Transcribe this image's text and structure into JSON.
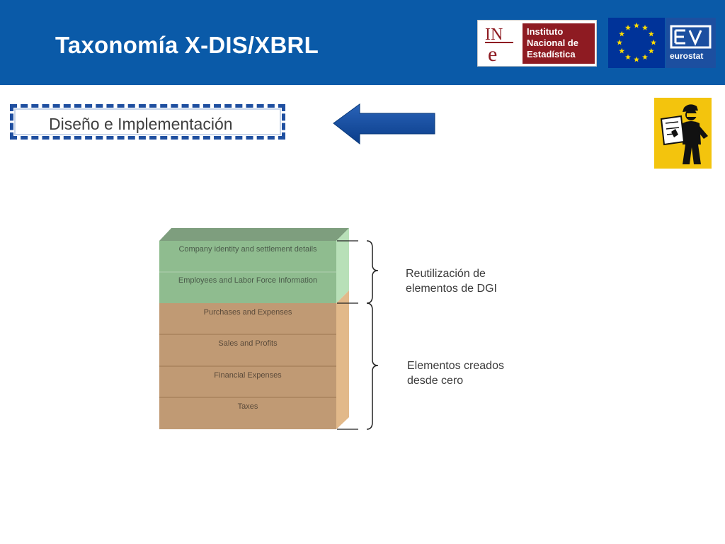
{
  "header": {
    "title": "Taxonomía X-DIS/XBRL",
    "ine_logo": {
      "mark_line1": "IN",
      "mark_line2": "e",
      "name_lines": [
        "Instituto",
        "Nacional de",
        "Estadística"
      ],
      "brand_color": "#8e1b22"
    },
    "eurostat_logo": {
      "text": "eurostat"
    },
    "colors": {
      "band": "#0a5aa8",
      "eu_flag": "#003399",
      "eu_stars": "#ffdd00"
    }
  },
  "section": {
    "title": "Diseño e Implementación"
  },
  "icons": {
    "back_arrow": "left-arrow-icon",
    "worker": "worker-with-blueprint-icon"
  },
  "stack": {
    "reused_layers": [
      "Company identity and settlement details",
      "Employees and Labor Force Information"
    ],
    "new_layers": [
      "Purchases and Expenses",
      "Sales and Profits",
      "Financial Expenses",
      "Taxes"
    ],
    "colors": {
      "reused": "#8fbc8f",
      "new": "#c09a74"
    }
  },
  "annotations": {
    "reused_lines": [
      "Reutilización de",
      "elementos de DGI"
    ],
    "new_lines": [
      "Elementos creados",
      "desde cero"
    ]
  }
}
